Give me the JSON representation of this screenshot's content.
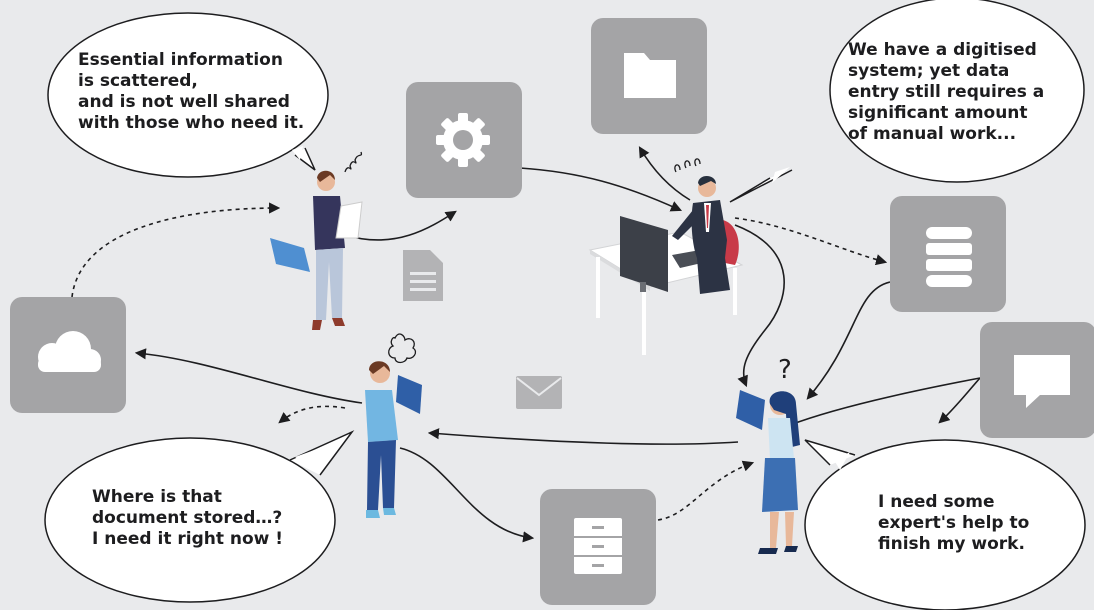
{
  "bubbles": {
    "top_left": "Essential information\nis scattered,\nand is not well shared\nwith those who need it.",
    "top_right": "We have a digitised\nsystem; yet data\nentry still requires a\nsignificant amount\nof manual work...",
    "bottom_left": "Where is that\ndocument stored…?\nI need it right now !",
    "bottom_right": "I need some\nexpert's help to\nfinish my work."
  },
  "marks": {
    "question": "?"
  },
  "icons": [
    "gear-icon",
    "folder-icon",
    "database-icon",
    "chat-icon",
    "cloud-icon",
    "cabinet-icon",
    "document-icon",
    "mail-icon"
  ],
  "colors": {
    "background": "#e9eaec",
    "tile": "#a4a4a6",
    "tile_icon": "#ffffff",
    "bubble": "#ffffff",
    "line": "#1d1d1f"
  }
}
